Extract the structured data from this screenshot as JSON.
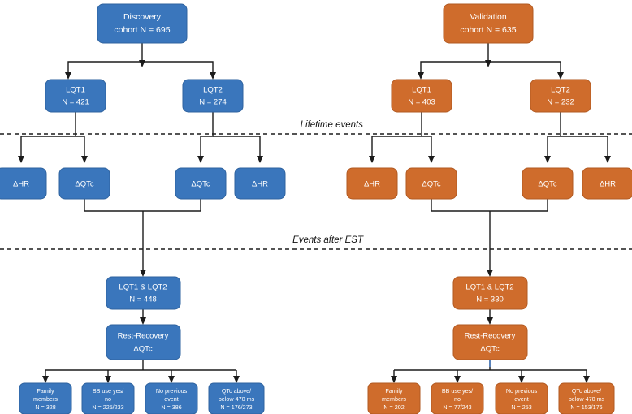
{
  "figure": {
    "title": "LQTS cohort flow diagram",
    "colors": {
      "blue": "#3a76bc",
      "blue_stroke": "#2f639f",
      "orange": "#cf6c2c",
      "orange_stroke": "#b25a22",
      "connector": "#1b1b1b",
      "text_on_node": "#ffffff",
      "background": "#ffffff"
    }
  },
  "dividers": [
    {
      "label": "Lifetime events"
    },
    {
      "label": "Events after EST"
    }
  ],
  "discovery": {
    "color": "blue",
    "root": {
      "line1": "Discovery",
      "line2": "cohort N = 695"
    },
    "genotypes": [
      {
        "line1": "LQT1",
        "line2": "N = 421"
      },
      {
        "line1": "LQT2",
        "line2": "N = 274"
      }
    ],
    "lifetime_measures": [
      {
        "label": "ΔHR"
      },
      {
        "label": "ΔQTc"
      },
      {
        "label": "ΔQTc"
      },
      {
        "label": "ΔHR"
      }
    ],
    "combined": {
      "line1": "LQT1 & LQT2",
      "line2": "N = 448"
    },
    "rest_recovery": {
      "line1": "Rest-Recovery",
      "line2": "ΔQTc"
    },
    "subgroups": [
      {
        "line1": "Family",
        "line2": "members",
        "line3": "N = 328"
      },
      {
        "line1": "BB use yes/",
        "line2": "no",
        "line3": "N = 225/233"
      },
      {
        "line1": "No previous",
        "line2": "event",
        "line3": "N = 386"
      },
      {
        "line1": "QTc above/",
        "line2": "below 470 ms",
        "line3": "N = 176/273"
      }
    ]
  },
  "validation": {
    "color": "orange",
    "root": {
      "line1": "Validation",
      "line2": "cohort N = 635"
    },
    "genotypes": [
      {
        "line1": "LQT1",
        "line2": "N = 403"
      },
      {
        "line1": "LQT2",
        "line2": "N = 232"
      }
    ],
    "lifetime_measures": [
      {
        "label": "ΔHR"
      },
      {
        "label": "ΔQTc"
      },
      {
        "label": "ΔQTc"
      },
      {
        "label": "ΔHR"
      }
    ],
    "combined": {
      "line1": "LQT1 & LQT2",
      "line2": "N = 330"
    },
    "rest_recovery": {
      "line1": "Rest-Recovery",
      "line2": "ΔQTc"
    },
    "subgroups": [
      {
        "line1": "Family",
        "line2": "members",
        "line3": "N = 202"
      },
      {
        "line1": "BB use yes/",
        "line2": "no",
        "line3": "N = 77/243"
      },
      {
        "line1": "No previous",
        "line2": "event",
        "line3": "N = 253"
      },
      {
        "line1": "QTc above/",
        "line2": "below 470 ms",
        "line3": "N = 153/176"
      }
    ]
  }
}
